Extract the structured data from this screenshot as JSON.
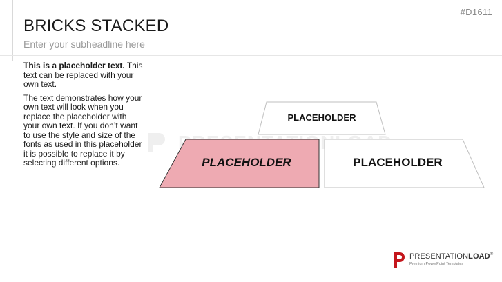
{
  "slide": {
    "id": "#D1611",
    "title": "BRICKS STACKED",
    "subtitle": "Enter your subheadline here"
  },
  "body": {
    "p1_bold": "This is a placeholder text.",
    "p1_rest": " This text can be replaced with your own text.",
    "p2": "The text demonstrates how your own text will look when you replace the placeholder with your own text. If you don’t want to use the style and size of the fonts as used in this placeholder it is possible to replace it by selecting different options."
  },
  "bricks": {
    "top": "PLACEHOLDER",
    "left": "PLACEHOLDER",
    "right": "PLACEHOLDER",
    "highlight_color": "#eeaab2",
    "border_color": "#333333"
  },
  "watermark": "PRESENTATIONLOAD",
  "logo": {
    "name_light": "PRESENTATION",
    "name_bold": "LOAD",
    "reg": "®",
    "tagline": "Premium PowerPoint Templates",
    "mark_color": "#c4161c"
  }
}
